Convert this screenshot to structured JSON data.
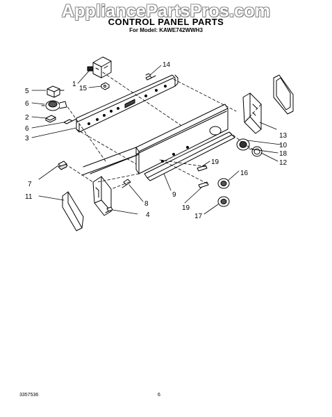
{
  "watermark": "AppliancePartsPros.com",
  "title": "CONTROL PANEL PARTS",
  "model_line": "For Model: KAWE742WWH3",
  "callouts": {
    "c1": "1",
    "c2": "2",
    "c3": "3",
    "c4": "4",
    "c5": "5",
    "c6a": "6",
    "c6b": "6",
    "c7": "7",
    "c8": "8",
    "c9": "9",
    "c10": "10",
    "c11": "11",
    "c12": "12",
    "c13": "13",
    "c14": "14",
    "c15": "15",
    "c16": "16",
    "c17": "17",
    "c18": "18",
    "c19a": "19",
    "c19b": "19"
  },
  "footer": {
    "doc_number": "3357536",
    "page_number": "6"
  }
}
